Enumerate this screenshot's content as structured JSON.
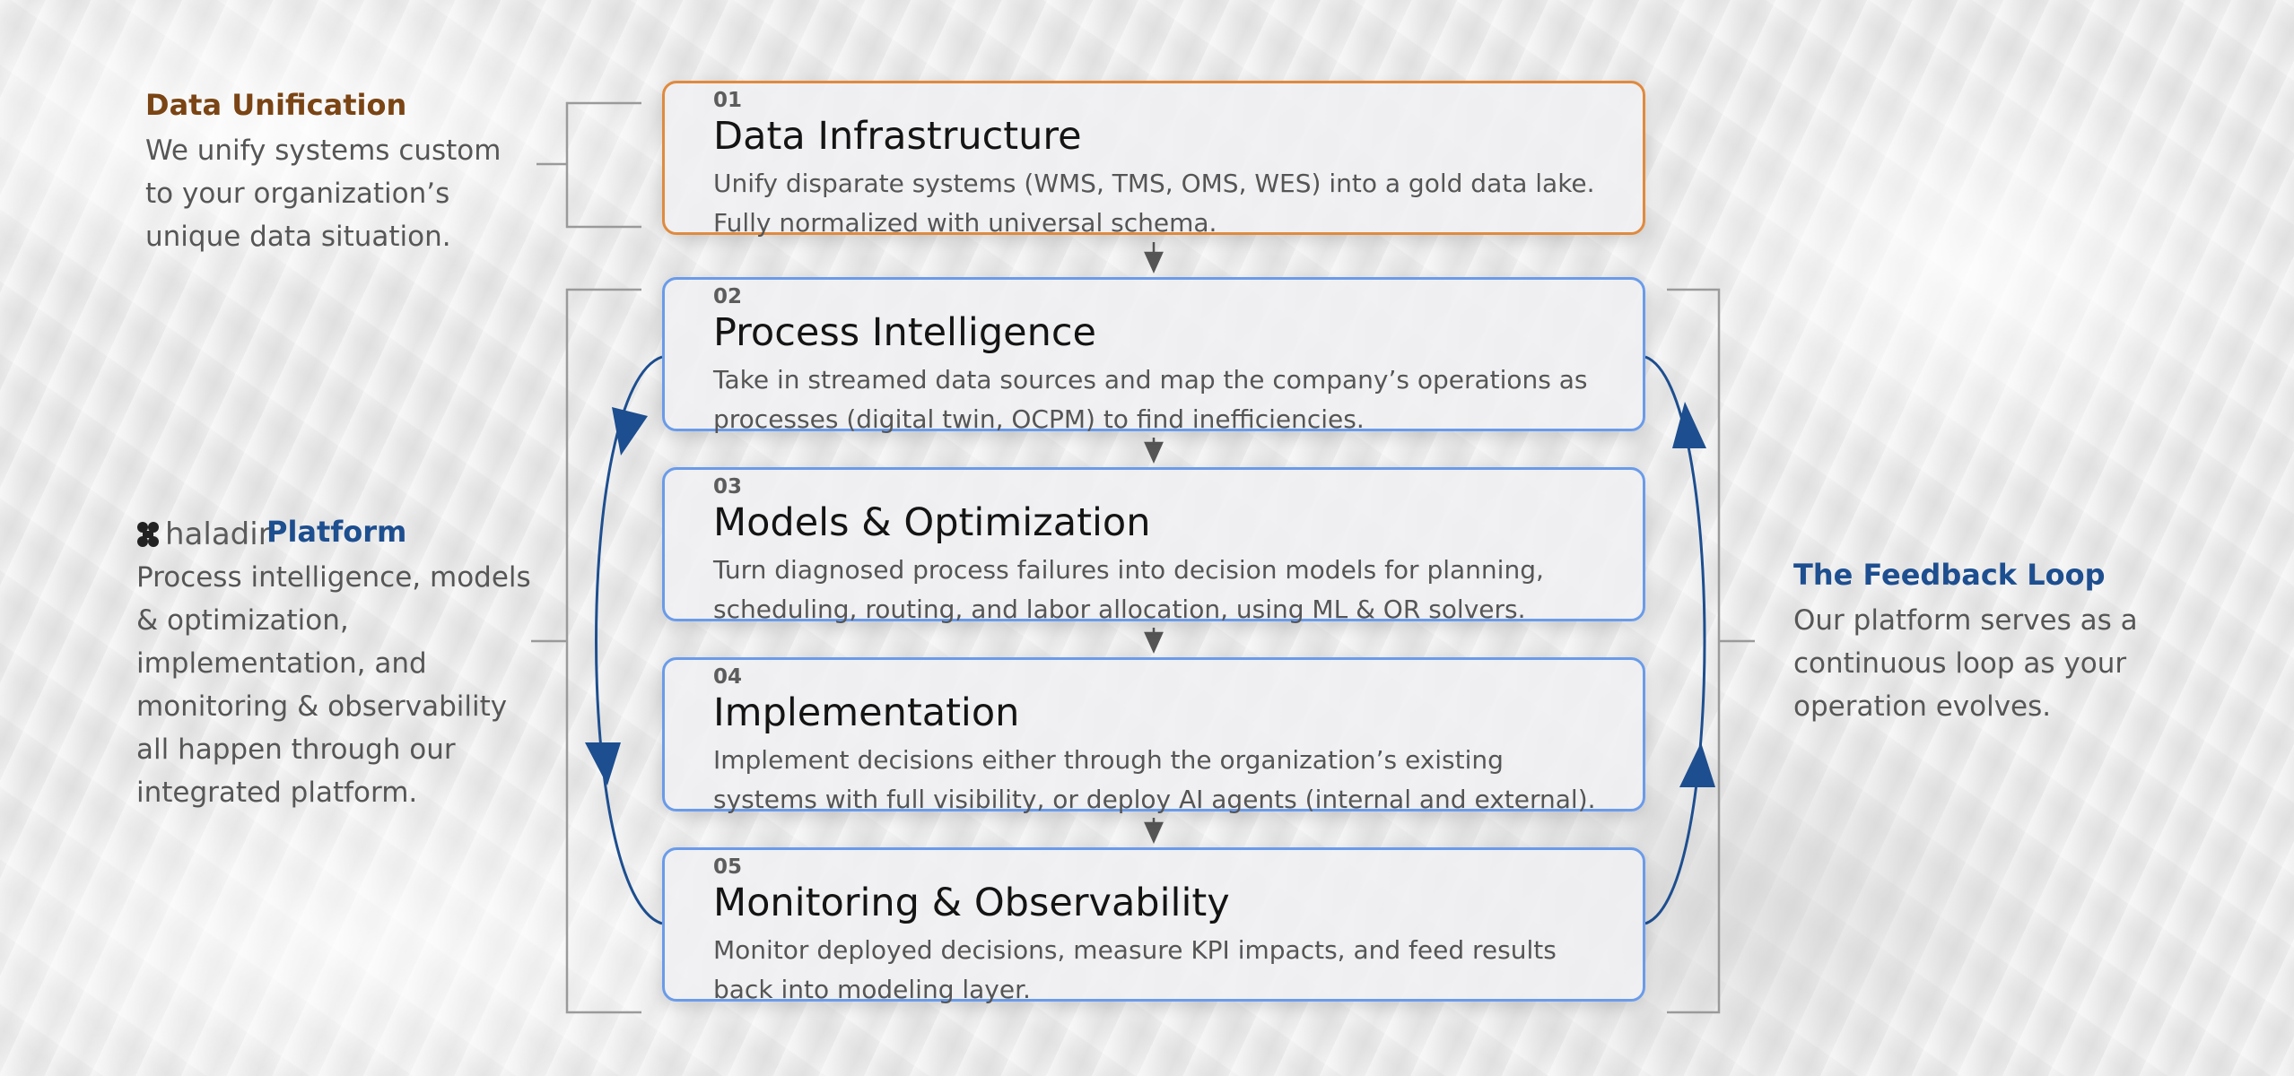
{
  "steps": [
    {
      "number": "01",
      "title": "Data Infrastructure",
      "description": "Unify disparate systems (WMS, TMS, OMS, WES) into a gold data lake. Fully normalized with universal schema."
    },
    {
      "number": "02",
      "title": "Process Intelligence",
      "description": "Take in streamed data sources and map the company’s operations as processes (digital twin, OCPM) to find inefficiencies."
    },
    {
      "number": "03",
      "title": "Models & Optimization",
      "description": "Turn diagnosed process failures into decision models for planning, scheduling, routing, and labor allocation, using ML & OR solvers."
    },
    {
      "number": "04",
      "title": "Implementation",
      "description": "Implement decisions either through the organization’s existing systems with full visibility, or deploy AI agents (internal and external)."
    },
    {
      "number": "05",
      "title": "Monitoring & Observability",
      "description": "Monitor deployed decisions, measure KPI impacts, and feed results back into modeling layer."
    }
  ],
  "data_unification": {
    "heading": "Data Unification",
    "body": "We unify systems custom to your organization’s unique data situation."
  },
  "platform": {
    "logo_text": "haladir",
    "heading": "Platform",
    "body": "Process intelligence, models & optimization, implementation, and monitoring & observability all happen through our integrated platform."
  },
  "feedback_loop": {
    "heading": "The Feedback Loop",
    "body": "Our platform serves as a continuous loop as your operation evolves."
  },
  "colors": {
    "orange_border": "#e08a3e",
    "blue_border": "#6a9bea",
    "loop_arrow": "#1d4e8f",
    "unification_heading": "#7a4414",
    "platform_heading": "#1d4e8f"
  }
}
